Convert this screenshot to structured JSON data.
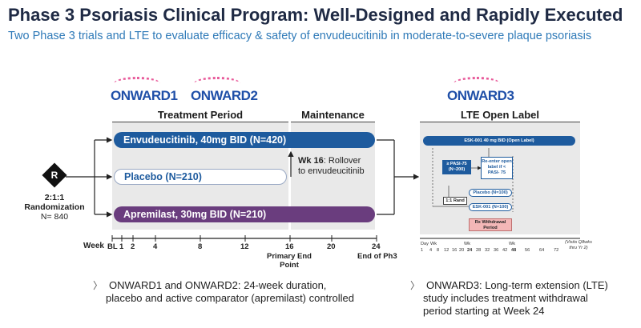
{
  "header": {
    "title": "Phase 3 Psoriasis Clinical Program: Well-Designed and Rapidly Executed",
    "subtitle": "Two Phase 3 trials and LTE to evaluate efficacy & safety of envudeucitinib in moderate-to-severe plaque psoriasis"
  },
  "logos": {
    "onward1": "ONWARD1",
    "onward2": "ONWARD2",
    "onward3": "ONWARD3"
  },
  "periods": {
    "treatment": "Treatment Period",
    "maintenance": "Maintenance",
    "lte": "LTE Open Label"
  },
  "randomization": {
    "symbol": "R",
    "ratio": "2:1:1",
    "label": "Randomization",
    "n": "N= 840"
  },
  "arms": [
    {
      "label": "Envudeucitinib, 40mg BID (N=420)",
      "color": "#1e5b9e"
    },
    {
      "label": "Placebo (N=210)",
      "color": "#ffffff"
    },
    {
      "label": "Apremilast, 30mg BID (N=210)",
      "color": "#6a3d7e"
    }
  ],
  "rollover": {
    "week": "Wk 16",
    "text1": ": Rollover",
    "text2": "to envudeucitinib"
  },
  "axis": {
    "label": "Week",
    "ticks": [
      "BL",
      "1",
      "2",
      "4",
      "8",
      "12",
      "16",
      "20",
      "24"
    ],
    "primary_endpoint": "Primary End Point",
    "end_ph3": "End of Ph3"
  },
  "lte": {
    "main_bar": "ESK-001 40 mg BID (Open Label)",
    "pasi75_box": "≥ PASI-75 (N~200)",
    "reenter_box": "Re-enter open label if < PASI- 75",
    "placebo_box": "Placebo (N=100)",
    "rand_box": "1:1 Rand",
    "esk_box": "ESK-001 (N=100)",
    "withdrawal_box": "Rx Withdrawal Period",
    "wk_labels": [
      "Day",
      "Wk",
      "Wk",
      "Wk"
    ],
    "ticks": [
      "1",
      "4",
      "8",
      "12",
      "16",
      "20",
      "24",
      "28",
      "32",
      "36",
      "42",
      "48",
      "56",
      "64",
      "72"
    ],
    "visits_note": "(Visits Q8wks thru Yr 2)"
  },
  "bullets": {
    "left_line1": "ONWARD1 and ONWARD2: 24-week duration,",
    "left_line2": "placebo and active comparator (apremilast) controlled",
    "right_line1": "ONWARD3: Long-term extension (LTE)",
    "right_line2": "study includes treatment withdrawal",
    "right_line3": "period starting at Week 24"
  },
  "colors": {
    "title": "#1f2a44",
    "subtitle": "#2f7ab8",
    "blue": "#1e5b9e",
    "purple": "#6a3d7e",
    "pink": "#e85a9a",
    "band": "#e9e9e9",
    "withdrawal": "#f3b7b7"
  }
}
